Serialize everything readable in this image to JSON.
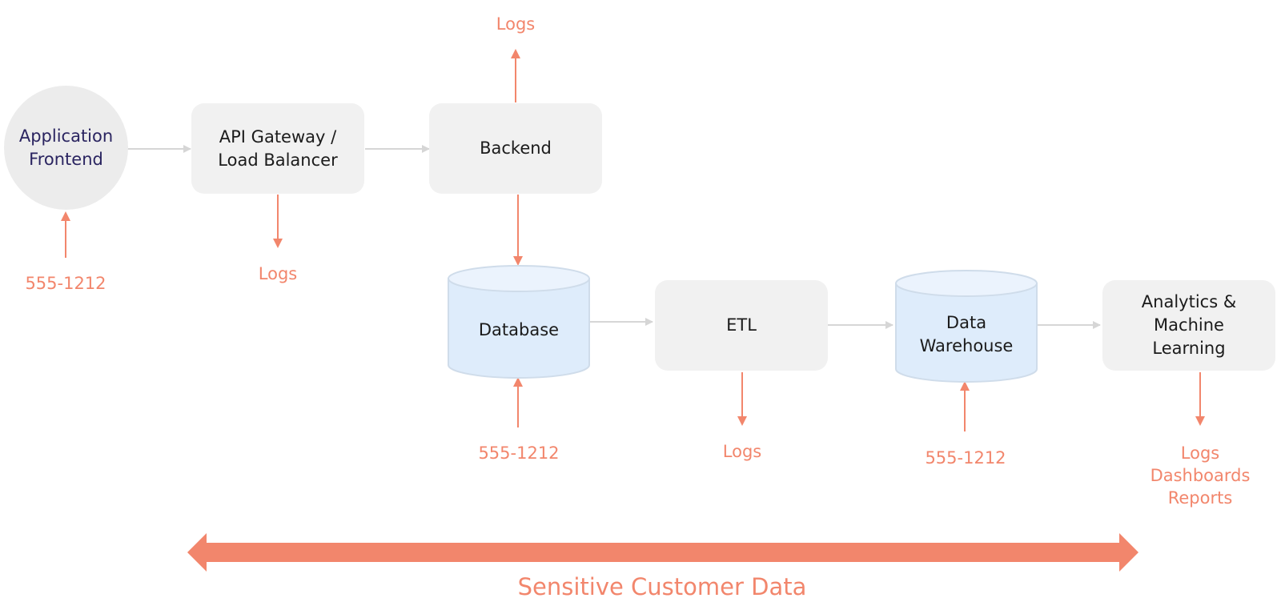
{
  "nodes": {
    "frontend": {
      "lines": [
        "Application",
        "Frontend"
      ]
    },
    "gateway": {
      "lines": [
        "API Gateway /",
        "Load Balancer"
      ]
    },
    "backend": {
      "lines": [
        "Backend"
      ]
    },
    "database": {
      "lines": [
        "Database"
      ]
    },
    "etl": {
      "lines": [
        "ETL"
      ]
    },
    "warehouse": {
      "lines": [
        "Data",
        "Warehouse"
      ]
    },
    "analytics": {
      "lines": [
        "Analytics &",
        "Machine",
        "Learning"
      ]
    }
  },
  "labels": {
    "frontend_input": "555-1212",
    "gateway_output": "Logs",
    "backend_output": "Logs",
    "database_input": "555-1212",
    "etl_output": "Logs",
    "warehouse_input": "555-1212",
    "analytics_outputs": [
      "Logs",
      "Dashboards",
      "Reports"
    ]
  },
  "banner": "Sensitive Customer Data",
  "colors": {
    "accent": "#f2866c",
    "node_fill": "#f1f1f1",
    "db_fill": "#deecfb",
    "flow_line": "#d6d6d6"
  }
}
